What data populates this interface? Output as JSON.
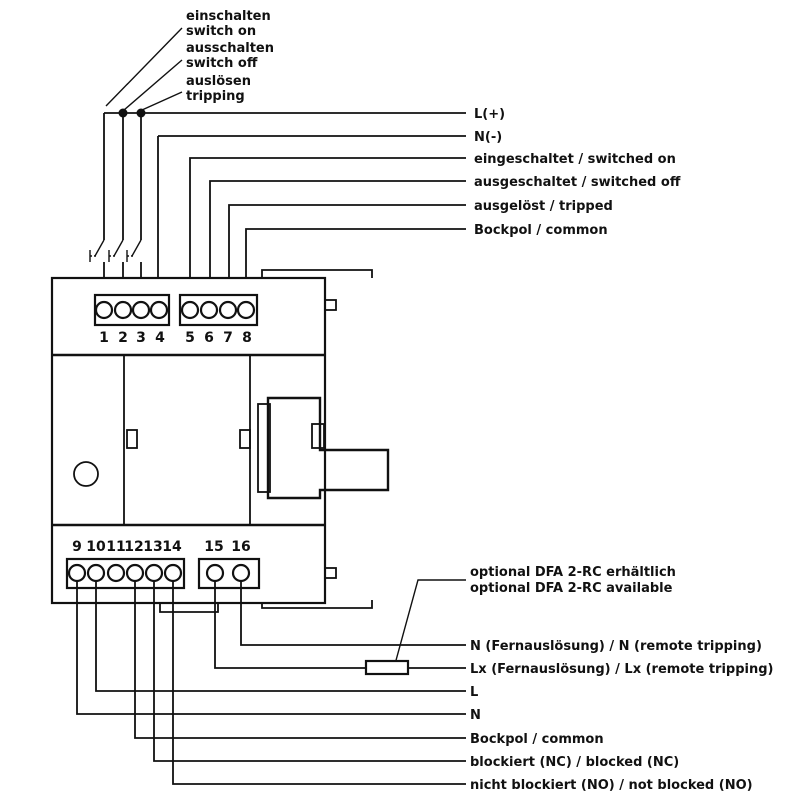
{
  "inputs": [
    {
      "de": "einschalten",
      "en": "switch on"
    },
    {
      "de": "ausschalten",
      "en": "switch off"
    },
    {
      "de": "auslösen",
      "en": "tripping"
    }
  ],
  "supply": {
    "lplus": "L(+)",
    "nminus": "N(-)"
  },
  "status": {
    "on": "eingeschaltet / switched on",
    "off": "ausgeschaltet / switched off",
    "tripped": "ausgelöst / tripped",
    "common": "Bockpol / common"
  },
  "terminals": {
    "top": [
      "1",
      "2",
      "3",
      "4",
      "5",
      "6",
      "7",
      "8"
    ],
    "bottom": [
      "9",
      "10",
      "11",
      "12",
      "13",
      "14",
      "15",
      "16"
    ]
  },
  "optional": {
    "line1": "optional DFA 2-RC erhältlich",
    "line2": "optional DFA 2-RC available"
  },
  "remote": {
    "n": "N (Fernauslösung) / N (remote tripping)",
    "lx": "Lx (Fernauslösung) / Lx (remote tripping)"
  },
  "bottom_labels": {
    "l": "L",
    "n": "N",
    "common": "Bockpol / common",
    "blocked": "blockiert (NC) / blocked (NC)",
    "not_blocked": "nicht blockiert (NO) / not blocked (NO)"
  }
}
